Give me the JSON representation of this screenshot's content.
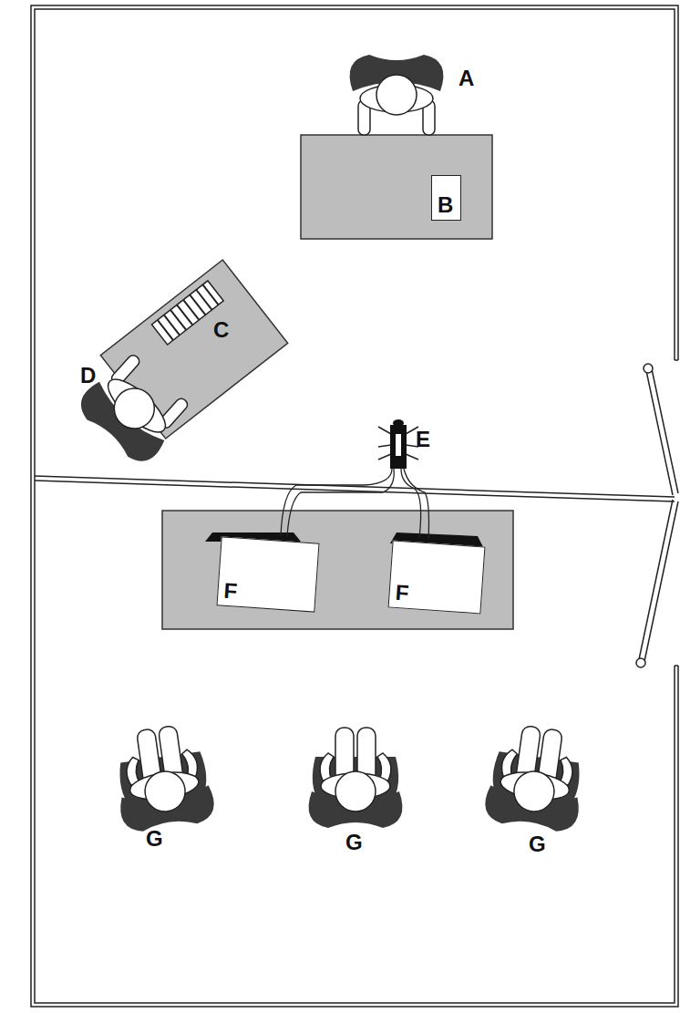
{
  "diagram": {
    "nodes": [
      {
        "text": [
          "B"
        ]
      },
      {
        "text": [
          "F"
        ]
      },
      {
        "text": [
          "F"
        ]
      }
    ],
    "labels": [
      "A",
      "C",
      "D",
      "E",
      "G",
      "G",
      "G"
    ]
  }
}
